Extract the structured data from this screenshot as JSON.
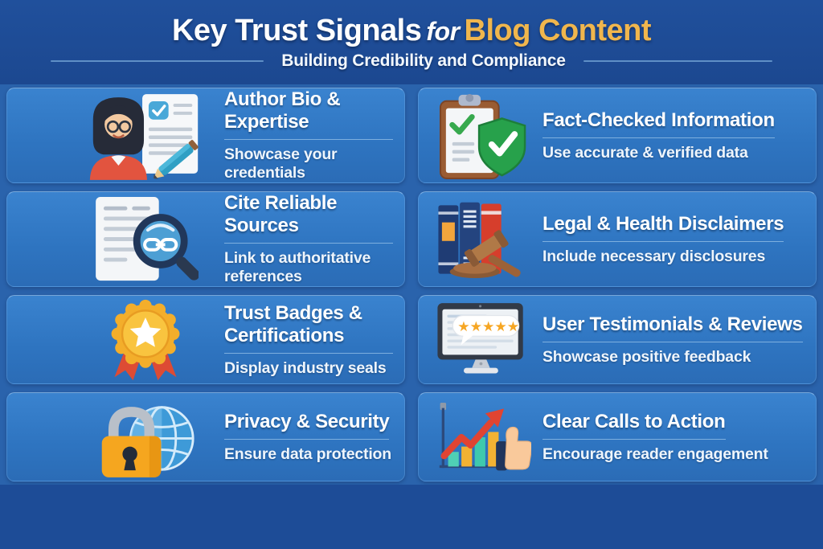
{
  "header": {
    "title_main": "Key Trust Signals",
    "title_for": "for",
    "title_accent": "Blog Content",
    "subtitle": "Building Credibility and Compliance"
  },
  "cards": [
    {
      "title": "Author Bio & Expertise",
      "description": "Showcase your credentials",
      "icon": "author-document-icon"
    },
    {
      "title": "Fact-Checked Information",
      "description": "Use accurate & verified data",
      "icon": "clipboard-shield-check-icon"
    },
    {
      "title": "Cite Reliable Sources",
      "description": "Link to authoritative references",
      "icon": "document-magnifier-icon"
    },
    {
      "title": "Legal & Health Disclaimers",
      "description": "Include necessary disclosures",
      "icon": "law-books-gavel-icon"
    },
    {
      "title": "Trust Badges & Certifications",
      "description": "Display industry seals",
      "icon": "medal-star-ribbon-icon"
    },
    {
      "title": "User Testimonials & Reviews",
      "description": "Showcase positive feedback",
      "icon": "monitor-five-star-review-icon"
    },
    {
      "title": "Privacy & Security",
      "description": "Ensure data protection",
      "icon": "padlock-globe-icon"
    },
    {
      "title": "Clear Calls to Action",
      "description": "Encourage reader engagement",
      "icon": "growth-chart-thumbs-up-icon"
    }
  ],
  "colors": {
    "band_bg": "#2a63ac",
    "header_bg": "#1c4890",
    "footer_bg": "#1d4c97",
    "card_bg": "#2e74c0",
    "card_bg_top": "#3a83cf",
    "accent_gold": "#f0b64d",
    "star_orange": "#f6a623",
    "check_green": "#2fa84f",
    "alert_red": "#e04432"
  }
}
